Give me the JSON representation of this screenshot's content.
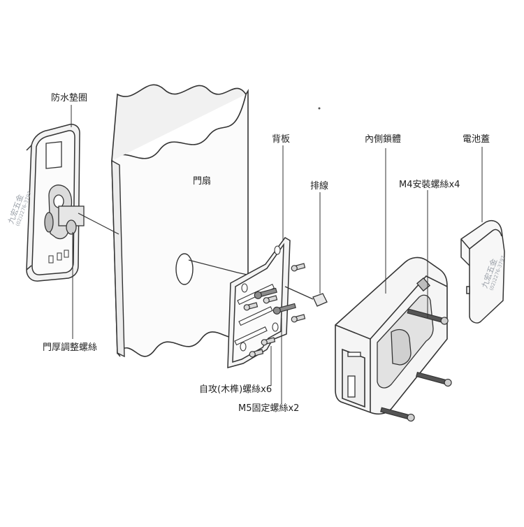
{
  "labels": {
    "waterproof_gasket": "防水墊圈",
    "door_leaf": "門扇",
    "back_plate": "背板",
    "cable": "排線",
    "inner_lock_body": "內側鎖體",
    "battery_cover": "電池蓋",
    "m4_screws": "M4安裝螺絲x4",
    "thickness_screw": "門厚調整螺絲",
    "tapping_screws": "自攻(木榫)螺絲x6",
    "m5_screws": "M5固定螺絲x2"
  },
  "watermark": {
    "name": "九宏五金",
    "phone": "(02)2276-3797"
  },
  "colors": {
    "line": "#333333",
    "panel": "#f4f4f4",
    "shade": "#cfcfcf",
    "label": "#222222",
    "watermark": "#9aa0a8"
  }
}
